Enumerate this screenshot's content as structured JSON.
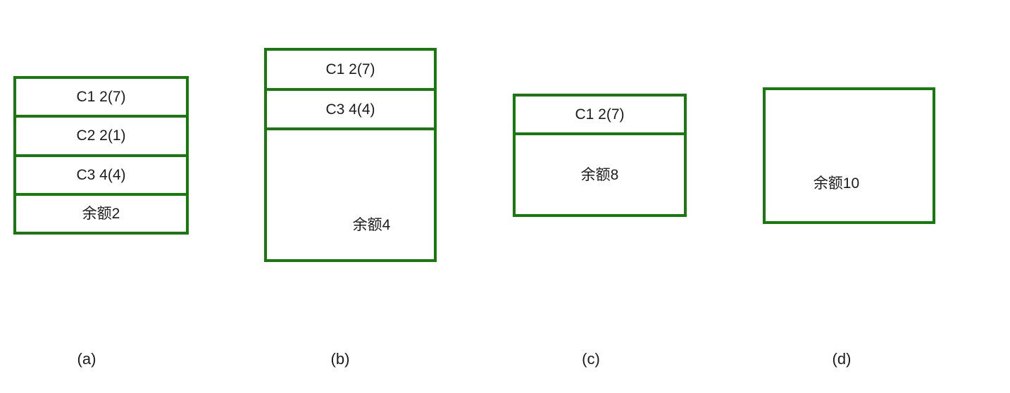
{
  "colors": {
    "border_green": "#177a0d",
    "text": "#1b1b1b",
    "background": "#ffffff"
  },
  "diagrams": [
    {
      "caption": "(a)",
      "segments": [
        {
          "label": "C1 2(7)"
        },
        {
          "label": "C2 2(1)"
        },
        {
          "label": "C3 4(4)"
        },
        {
          "label": "余额2"
        }
      ]
    },
    {
      "caption": "(b)",
      "segments": [
        {
          "label": "C1 2(7)"
        },
        {
          "label": "C3 4(4)"
        },
        {
          "label": "余额4"
        }
      ]
    },
    {
      "caption": "(c)",
      "segments": [
        {
          "label": "C1 2(7)"
        },
        {
          "label": "余额8"
        }
      ]
    },
    {
      "caption": "(d)",
      "segments": [
        {
          "label": "余额10"
        }
      ]
    }
  ]
}
